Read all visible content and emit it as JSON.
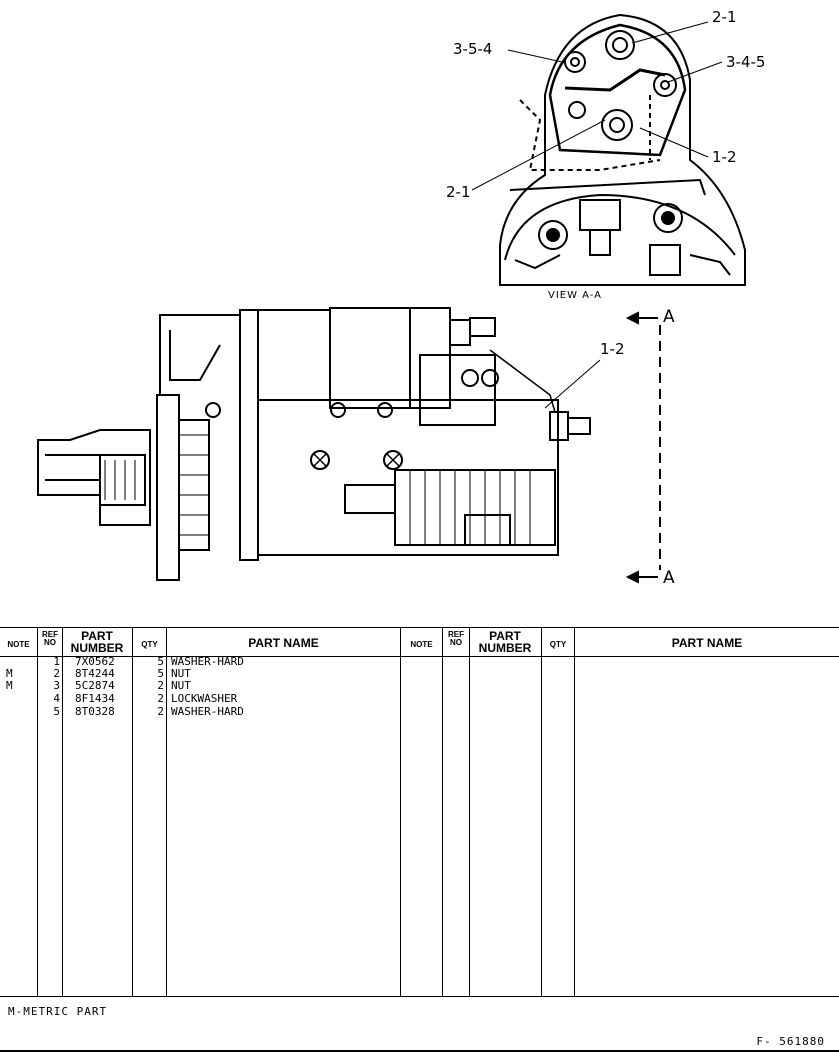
{
  "drawing": {
    "view_label": "VIEW A-A",
    "section_letter": "A",
    "callouts": [
      "3-5-4",
      "2-1",
      "3-4-5",
      "1-2",
      "2-1",
      "1-2"
    ]
  },
  "table": {
    "headers": {
      "note": "NOTE",
      "ref_no": "REF NO",
      "part_number": "PART NUMBER",
      "qty": "QTY",
      "part_name": "PART NAME"
    },
    "rows": [
      {
        "note": "",
        "ref": "1",
        "part_number": "7X0562",
        "qty": "5",
        "part_name": "WASHER-HARD"
      },
      {
        "note": "M",
        "ref": "2",
        "part_number": "8T4244",
        "qty": "5",
        "part_name": "NUT"
      },
      {
        "note": "M",
        "ref": "3",
        "part_number": "5C2874",
        "qty": "2",
        "part_name": "NUT"
      },
      {
        "note": "",
        "ref": "4",
        "part_number": "8F1434",
        "qty": "2",
        "part_name": "LOCKWASHER"
      },
      {
        "note": "",
        "ref": "5",
        "part_number": "8T0328",
        "qty": "2",
        "part_name": "WASHER-HARD"
      }
    ]
  },
  "footer": {
    "note": "M-METRIC PART",
    "figure_id": "F- 561880"
  }
}
